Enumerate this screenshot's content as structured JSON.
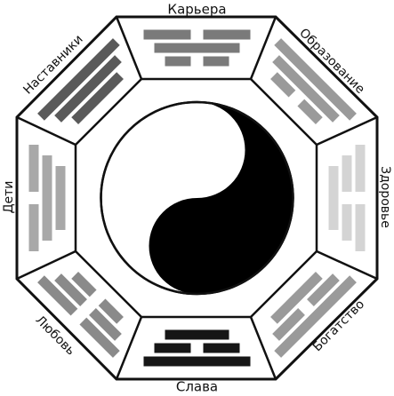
{
  "labels": {
    "top": "Карьера",
    "top_right": "Образование",
    "right": "Здоровье",
    "bottom_right": "Богатство",
    "bottom": "Слава",
    "bottom_left": "Любовь",
    "left": "Дети",
    "top_left": "Наставники"
  },
  "colors": {
    "octagon_outline": "#111111",
    "panel_bg": "#ffffff",
    "yin": "#000000",
    "yang": "#ffffff"
  },
  "trigrams": {
    "top": {
      "shade": "#7a7a7a",
      "lines": [
        "broken",
        "solid",
        "broken"
      ]
    },
    "top_right": {
      "shade": "#9a9a9a",
      "lines": [
        "solid",
        "solid",
        "broken"
      ]
    },
    "right": {
      "shade": "#d4d4d4",
      "lines": [
        "broken",
        "broken",
        "solid"
      ]
    },
    "bottom_right": {
      "shade": "#9a9a9a",
      "lines": [
        "solid",
        "broken",
        "solid"
      ]
    },
    "bottom": {
      "shade": "#161616",
      "lines": [
        "solid",
        "broken",
        "solid"
      ]
    },
    "bottom_left": {
      "shade": "#8a8a8a",
      "lines": [
        "broken",
        "broken",
        "broken"
      ]
    },
    "left": {
      "shade": "#a8a8a8",
      "lines": [
        "broken",
        "solid",
        "solid"
      ]
    },
    "top_left": {
      "shade": "#5a5a5a",
      "lines": [
        "solid",
        "solid",
        "solid"
      ]
    }
  }
}
